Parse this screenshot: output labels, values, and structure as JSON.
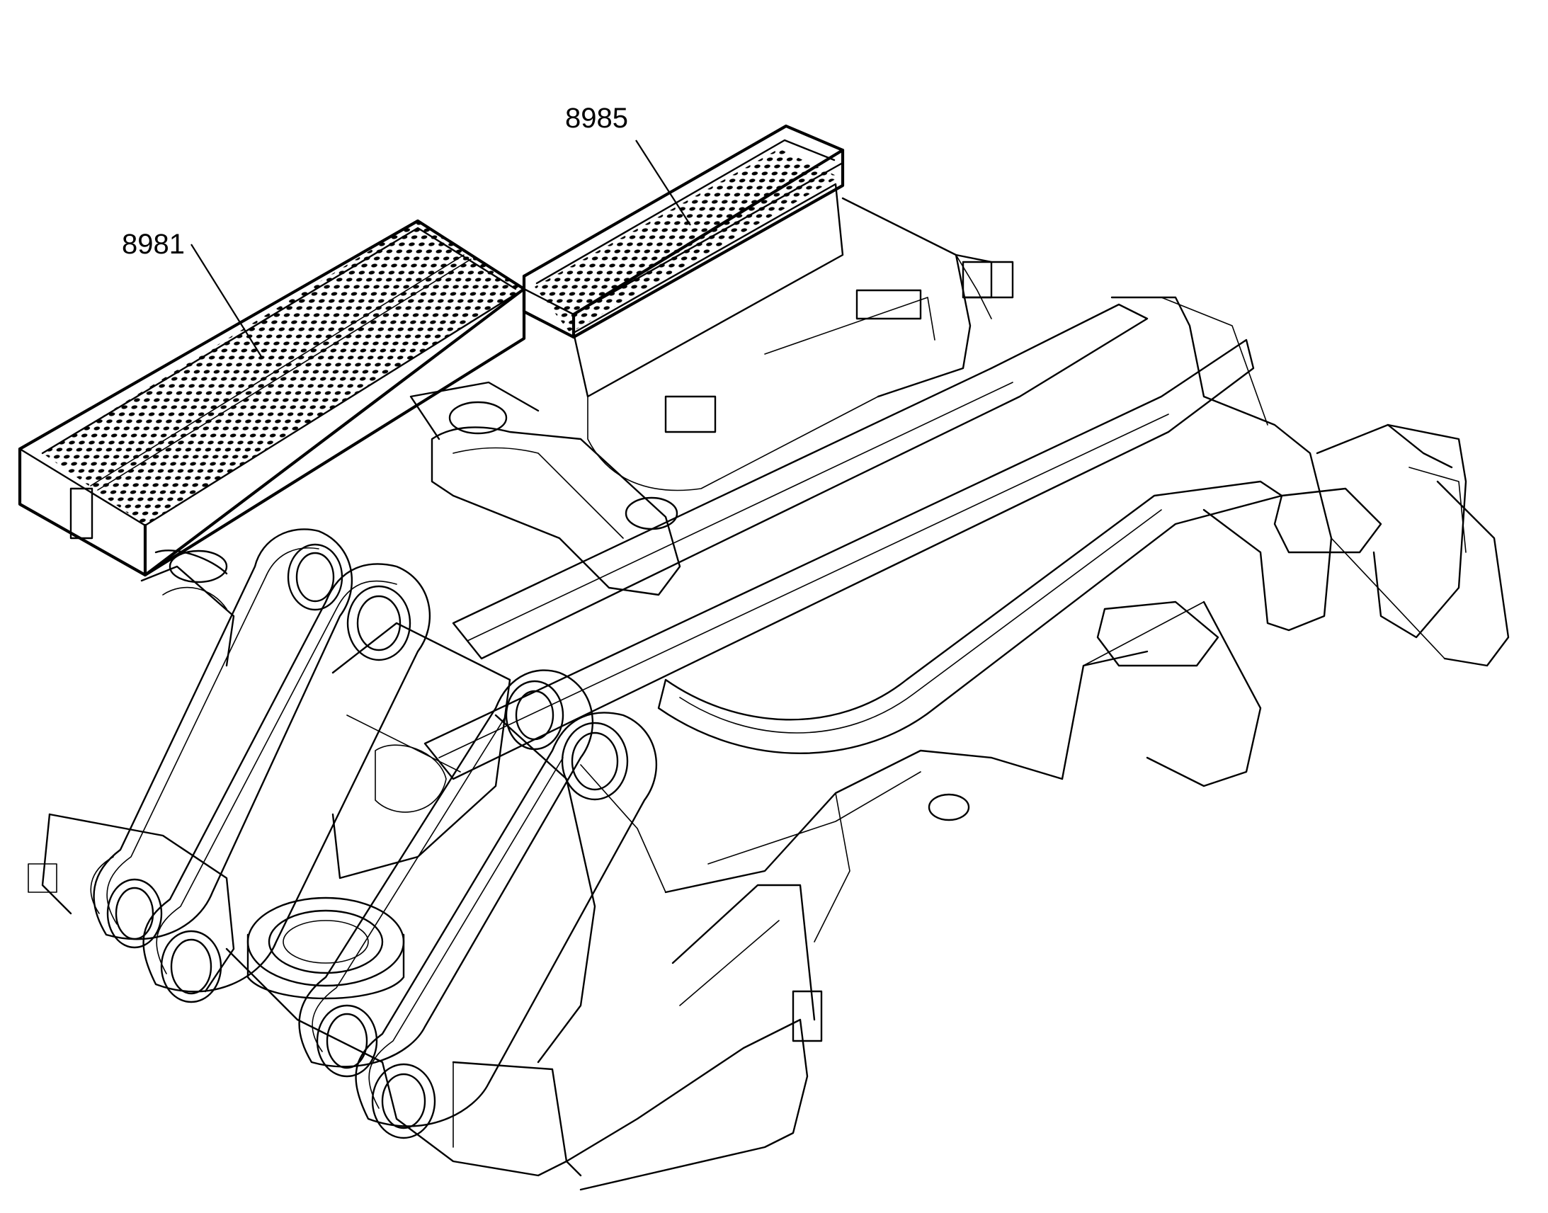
{
  "callouts": [
    {
      "id": "grating-left",
      "label": "8981"
    },
    {
      "id": "grating-right",
      "label": "8985"
    }
  ],
  "colors": {
    "line": "#000000",
    "background": "#ffffff"
  }
}
